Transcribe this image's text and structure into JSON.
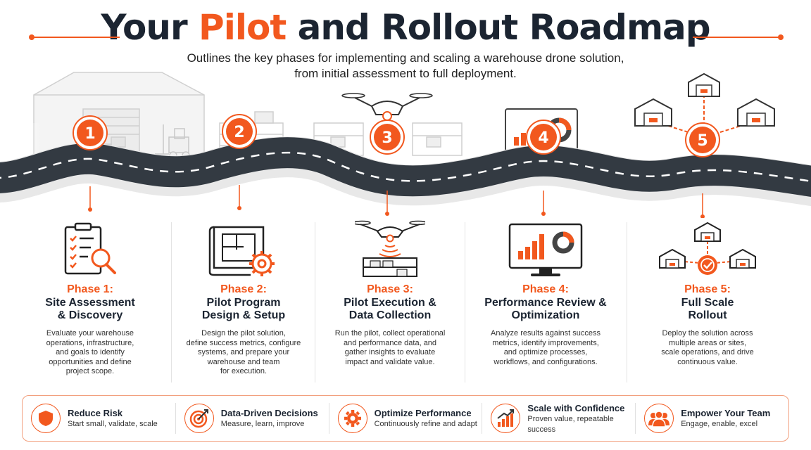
{
  "header": {
    "title_pre": "Your",
    "title_accent": "Pilot",
    "title_post": "and Rollout Roadmap",
    "subtitle_line1": "Outlines the key phases for implementing and scaling a warehouse drone solution,",
    "subtitle_line2": "from initial assessment to full deployment."
  },
  "milestones": [
    "1",
    "2",
    "3",
    "4",
    "5"
  ],
  "phases": [
    {
      "label": "Phase 1:",
      "title": [
        "Site Assessment",
        "& Discovery"
      ],
      "desc": [
        "Evaluate your warehouse",
        "operations, infrastructure,",
        "and goals to identify",
        "opportunities and define",
        "project scope."
      ],
      "icon": "clipboard-magnifier-icon"
    },
    {
      "label": "Phase 2:",
      "title": [
        "Pilot Program",
        "Design & Setup"
      ],
      "desc": [
        "Design the pilot solution,",
        "define success metrics, configure",
        "systems, and prepare your",
        "warehouse and team",
        "for execution."
      ],
      "icon": "blueprint-gear-icon"
    },
    {
      "label": "Phase 3:",
      "title": [
        "Pilot Execution &",
        "Data Collection"
      ],
      "desc": [
        "Run the pilot, collect operational",
        "and performance data, and",
        "gather insights to evaluate",
        "impact and validate value."
      ],
      "icon": "drone-scanning-icon"
    },
    {
      "label": "Phase 4:",
      "title": [
        "Performance Review &",
        "Optimization"
      ],
      "desc": [
        "Analyze results against success",
        "metrics, identify improvements,",
        "and optimize processes,",
        "workflows, and configurations."
      ],
      "icon": "analytics-monitor-icon"
    },
    {
      "label": "Phase 5:",
      "title": [
        "Full Scale",
        "Rollout"
      ],
      "desc": [
        "Deploy the solution across",
        "multiple areas or sites,",
        "scale operations, and drive",
        "continuous value."
      ],
      "icon": "warehouse-network-icon"
    }
  ],
  "benefits": [
    {
      "title": "Reduce Risk",
      "sub": "Start small, validate, scale",
      "icon": "shield-icon"
    },
    {
      "title": "Data-Driven Decisions",
      "sub": "Measure, learn, improve",
      "icon": "target-icon"
    },
    {
      "title": "Optimize Performance",
      "sub": "Continuously refine and adapt",
      "icon": "gear-icon"
    },
    {
      "title": "Scale with Confidence",
      "sub": "Proven value, repeatable success",
      "icon": "growth-chart-icon"
    },
    {
      "title": "Empower Your Team",
      "sub": "Engage, enable, excel",
      "icon": "team-icon"
    }
  ],
  "colors": {
    "accent": "#f2581e",
    "road": "#333a42",
    "navy": "#1b2431"
  }
}
